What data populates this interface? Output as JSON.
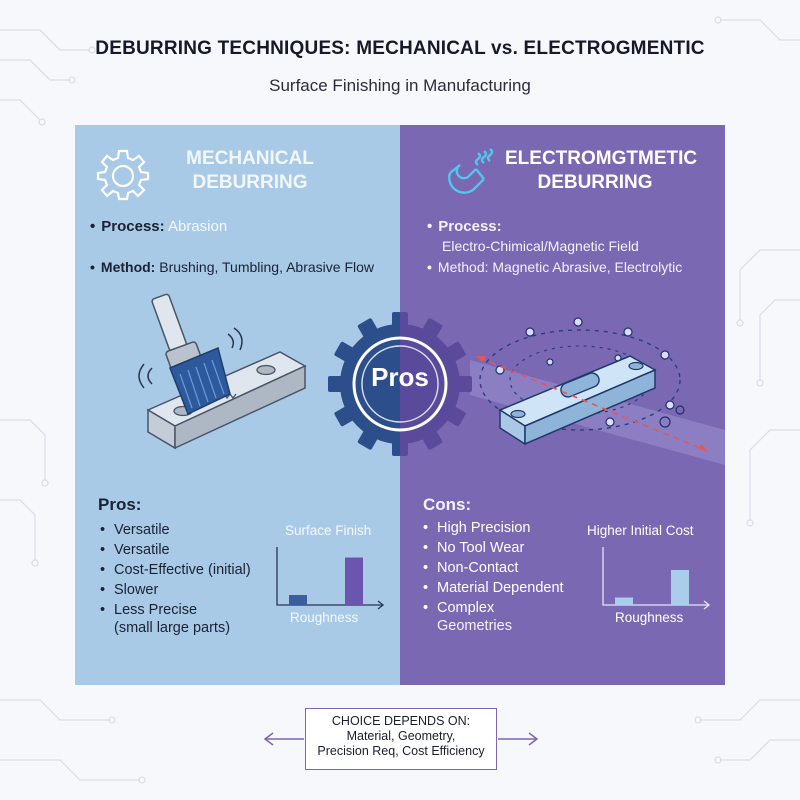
{
  "header": {
    "title": "DEBURRING TECHNIQUES: MECHANICAL vs. ELECTROGMENTIC",
    "subtitle": "Surface Finishing in Manufacturing"
  },
  "colors": {
    "left_panel": "#a8cae6",
    "right_panel": "#7a68b2",
    "gear_blue": "#2c4f8c",
    "gear_purple": "#5a4a9c",
    "bar_blue": "#3b5f9a",
    "bar_purple": "#6a56ad",
    "bar_light": "#a9cdeb"
  },
  "left": {
    "title_line1": "MECHANICAL",
    "title_line2": "DEBURRING",
    "icon": "gear-icon",
    "process_label": "Process:",
    "process_value": "Abrasion",
    "method_label": "Method:",
    "method_value": "Brushing, Tumbling, Abrasive Flow",
    "illustration": "wire-brush-on-metal-part",
    "section_heading": "Pros:",
    "items": [
      "Versatile",
      "Versatile",
      "Cost-Effective (initial)",
      "Slower",
      "Less Precise"
    ],
    "items_note": "(small large parts)",
    "mini_chart": {
      "title": "Surface Finish",
      "xlabel": "Roughness"
    }
  },
  "right": {
    "title_line1": "ELECTROMGTMETIC",
    "title_line2": "DEBURRING",
    "icon": "magnet-icon",
    "process_label": "Process:",
    "field_text": "Electro-Chimical/Magnetic Field",
    "method_text": "Method: Magnetic Abrasive, Electrolytic",
    "illustration": "magnetic-field-on-metal-part",
    "section_heading": "Cons:",
    "items": [
      "High Precision",
      "No Tool Wear",
      "Non-Contact",
      "Material Dependent",
      "Complex"
    ],
    "items_note": "Geometries",
    "mini_chart": {
      "title": "Higher Initial Cost",
      "xlabel": "Roughness"
    }
  },
  "center": {
    "label": "Pros",
    "icon": "gear-icon"
  },
  "footer": {
    "line1": "CHOICE DEPENDS ON:",
    "line2": "Material, Geometry,",
    "line3": "Precision Req, Cost Efficiency"
  },
  "chart_data": [
    {
      "type": "bar",
      "title": "Surface Finish",
      "xlabel": "Roughness",
      "ylabel": "",
      "categories": [
        "",
        ""
      ],
      "values": [
        0.2,
        0.95
      ],
      "colors": [
        "#3b5f9a",
        "#6a56ad"
      ],
      "ylim": [
        0,
        1
      ],
      "grid": false
    },
    {
      "type": "bar",
      "title": "Higher Initial Cost",
      "xlabel": "Roughness",
      "ylabel": "",
      "categories": [
        "",
        ""
      ],
      "values": [
        0.15,
        0.7
      ],
      "colors": [
        "#a9cdeb",
        "#a9cdeb"
      ],
      "ylim": [
        0,
        1
      ],
      "grid": false
    }
  ]
}
